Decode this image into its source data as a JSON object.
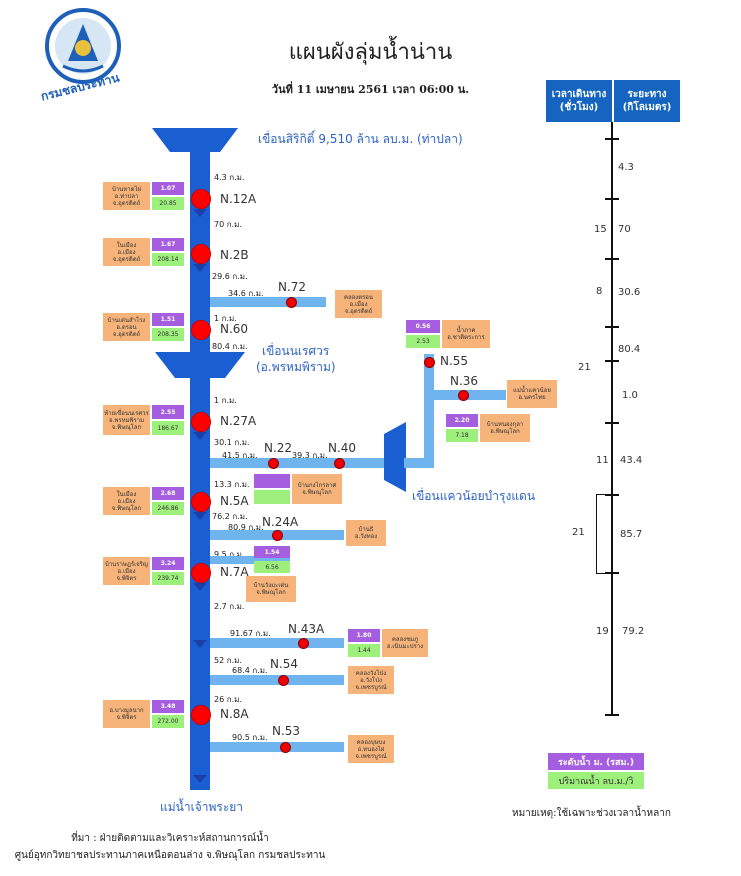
{
  "header": {
    "title": "แผนผังลุ่มน้ำน่าน",
    "date": "วันที่ 11 เมษายน 2561 เวลา 06:00 น.",
    "logo_text": "กรมชลประทาน"
  },
  "dams": {
    "sirikit": "เขื่อนสิริกิติ์ 9,510 ล้าน ลบ.ม. (ท่าปลา)",
    "naresuan_1": "เขื่อนนเรศวร",
    "naresuan_2": "(อ.พรหมพิราม)",
    "khwae_noi": "เขื่อนแควน้อยบำรุงแดน"
  },
  "main_km": {
    "k1": "4.3 ก.ม.",
    "k2": "70 ก.ม.",
    "k3": "29.6 ก.ม.",
    "k4": "1 ก.ม.",
    "k5": "80.4 ก.ม.",
    "k6": "1 ก.ม.",
    "k7": "30.1 ก.ม.",
    "k8": "13.3 ก.ม.",
    "k9": "76.2 ก.ม.",
    "k10": "9.5 ก.ม.",
    "k11": "2.7 ก.ม.",
    "k12": "52 ก.ม.",
    "k13": "26 ก.ม."
  },
  "stations": {
    "n12a": {
      "code": "N.12A",
      "loc": [
        "บ้านหาดไผ่",
        "อ.ท่าปลา",
        "จ.อุตรดิตถ์"
      ],
      "level": "1.07",
      "flow": "20.85"
    },
    "n2b": {
      "code": "N.2B",
      "loc": [
        "ในเมือง",
        "อ.เมือง",
        "จ.อุตรดิตถ์"
      ],
      "level": "1.67",
      "flow": "208.14"
    },
    "n72": {
      "code": "N.72",
      "km": "34.6 ก.ม.",
      "loc": [
        "คลองตรอน",
        "อ.เมือง",
        "จ.อุตรดิตถ์"
      ]
    },
    "n60": {
      "code": "N.60",
      "loc": [
        "บ้านเด่นสำโรง",
        "อ.ตรอน",
        "จ.อุตรดิตถ์"
      ],
      "level": "1.51",
      "flow": "208.35"
    },
    "n27a": {
      "code": "N.27A",
      "loc": [
        "ท้ายเขื่อนนเรศวร",
        "อ.พรหมพิราม",
        "จ.พิษณุโลก"
      ],
      "level": "2.55",
      "flow": "186.67"
    },
    "n22": {
      "code": "N.22",
      "km": "41.5 ก.ม."
    },
    "n40": {
      "code": "N.40",
      "km": "39.3 ก.ม."
    },
    "n55": {
      "code": "N.55",
      "loc": [
        "น้ำภาค",
        "อ.ชาติตระการ"
      ],
      "level": "0.56",
      "flow": "2.53"
    },
    "n36": {
      "code": "N.36",
      "loc": [
        "แม่น้ำแควน้อย",
        "อ.นครไทย"
      ],
      "level": "2.20",
      "flow": "7.18",
      "loc2": [
        "บ้านหนองกุลา",
        "อ.พิษณุโลก"
      ]
    },
    "nban_kong": {
      "loc": [
        "บ้านกงไกรลาศ",
        "จ.พิษณุโลก"
      ]
    },
    "n5a": {
      "code": "N.5A",
      "loc": [
        "ในเมือง",
        "อ.เมือง",
        "จ.พิษณุโลก"
      ],
      "level": "2.68",
      "flow": "246.86"
    },
    "n24a": {
      "code": "N.24A",
      "km": "80.9 ก.ม.",
      "loc": [
        "บ้านธิ",
        "อ.วังทอง"
      ]
    },
    "n7a": {
      "code": "N.7A",
      "loc": [
        "บ้านราษฎร์เจริญ",
        "อ.เมือง",
        "จ.พิจิตร"
      ],
      "level": "3.24",
      "flow": "239.74",
      "side_level": "1.54",
      "side_flow": "6.56",
      "side_loc": [
        "บ้านวังมะเด่น",
        "จ.พิษณุโลก"
      ]
    },
    "n43a": {
      "code": "N.43A",
      "km": "91.67 ก.ม.",
      "loc": [
        "คลองชมภู",
        "อ.เนินมะปราง"
      ],
      "level": "1.80",
      "flow": "1.44"
    },
    "n54": {
      "code": "N.54",
      "km": "68.4 ก.ม.",
      "loc": [
        "คลองวังโป่ง",
        "อ.วังโป่ง",
        "จ.เพชรบูรณ์"
      ]
    },
    "n8a": {
      "code": "N.8A",
      "loc": [
        "อ.บางมูลนาก",
        "จ.พิจิตร"
      ],
      "level": "3.48",
      "flow": "272.00"
    },
    "n53": {
      "code": "N.53",
      "km": "90.5 ก.ม.",
      "loc": [
        "คลองบุษบง",
        "อ.หนองไผ่",
        "จ.เพชรบูรณ์"
      ]
    }
  },
  "end_label": "แม่น้ำเจ้าพระยา",
  "timeline": {
    "hdr_time": "เวลาเดินทาง (ชั่วโมง)",
    "hdr_dist": "ระยะทาง (กิโลเมตร)",
    "d1": "4.3",
    "t2": "15",
    "d2": "70",
    "t3": "8",
    "d3": "30.6",
    "d4": "80.4",
    "t5": "21",
    "d5": "1.0",
    "t6": "11",
    "d6": "43.4",
    "t7": "21",
    "d7": "85.7",
    "t8": "19",
    "d8": "79.2"
  },
  "legend": {
    "level": "ระดับน้ำ ม. (รสม.)",
    "flow": "ปริมาณน้ำ ลบ.ม./วิ",
    "note": "หมายเหตุ:ใช้เฉพาะช่วงเวลาน้ำหลาก"
  },
  "footer": {
    "line1": "ที่มา : ฝ่ายติดตามและวิเคราะห์สถานการณ์น้ำ",
    "line2": "ศูนย์อุทกวิทยาชลประทานภาคเหนือตอนล่าง จ.พิษณุโลก กรมชลประทาน"
  },
  "colors": {
    "river": "#1a5fd1",
    "tributary": "#6fb4ef",
    "station": "#ff0000",
    "level_box": "#a55ee0",
    "flow_box": "#9df07b",
    "loc_box": "#f7b47a",
    "header_box": "#1565c0"
  }
}
